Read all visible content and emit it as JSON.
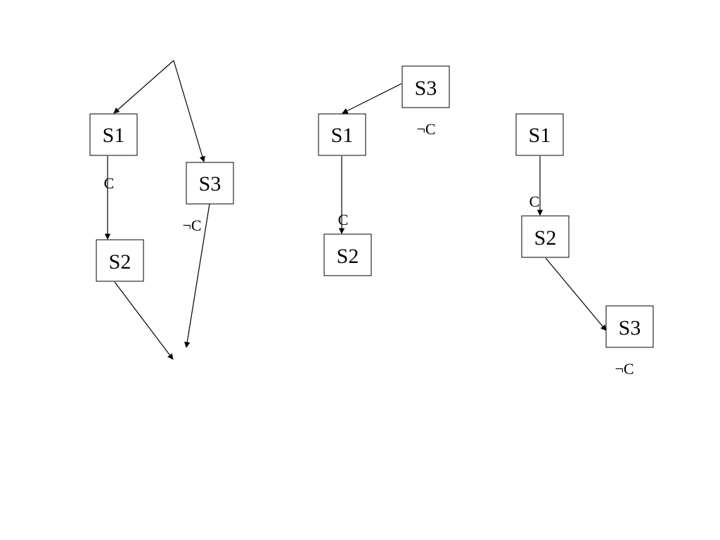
{
  "diagrams": [
    {
      "nodes": [
        {
          "id": "d1-s1",
          "label": "S1"
        },
        {
          "id": "d1-s3",
          "label": "S3"
        },
        {
          "id": "d1-s2",
          "label": "S2"
        }
      ],
      "conditions": [
        "C",
        "¬C"
      ]
    },
    {
      "nodes": [
        {
          "id": "d2-s3",
          "label": "S3"
        },
        {
          "id": "d2-s1",
          "label": "S1"
        },
        {
          "id": "d2-s2",
          "label": "S2"
        }
      ],
      "conditions": [
        "¬C",
        "C"
      ]
    },
    {
      "nodes": [
        {
          "id": "d3-s1",
          "label": "S1"
        },
        {
          "id": "d3-s2",
          "label": "S2"
        },
        {
          "id": "d3-s3",
          "label": "S3"
        }
      ],
      "conditions": [
        "C",
        "¬C"
      ]
    }
  ]
}
